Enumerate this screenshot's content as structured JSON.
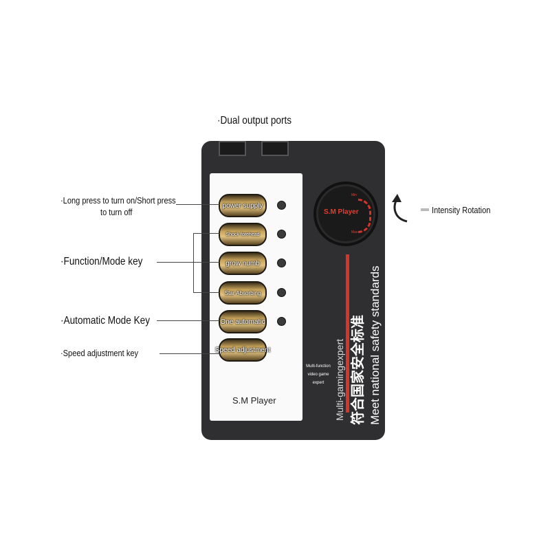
{
  "annotations": {
    "ports": "·Dual output ports",
    "power_line1": "·Long press to turn on/Short press",
    "power_line2": "to turn off",
    "function": "·Function/Mode key",
    "automatic": "·Automatic Mode Key",
    "speed": "·Speed adjustment key",
    "intensity": "Intensity Rotation"
  },
  "buttons": [
    {
      "label": "power supply"
    },
    {
      "label": "Shock forehead"
    },
    {
      "label": "grow numb"
    },
    {
      "label": "Star Absorbing"
    },
    {
      "label": "One automatic"
    },
    {
      "label": "Speed adjustment"
    }
  ],
  "device": {
    "panel_brand": "S.M Player",
    "knob_brand": "S.M Player",
    "knob_min": "Min",
    "knob_max": "Max",
    "small_text": [
      "Multi-function",
      "video game",
      "expert"
    ],
    "vertical_text_1": "Multi-gamingexpert",
    "vertical_text_2": "符合国家安全标准",
    "vertical_text_3": "Meet national safety standards",
    "accent_color": "#d8352a"
  }
}
